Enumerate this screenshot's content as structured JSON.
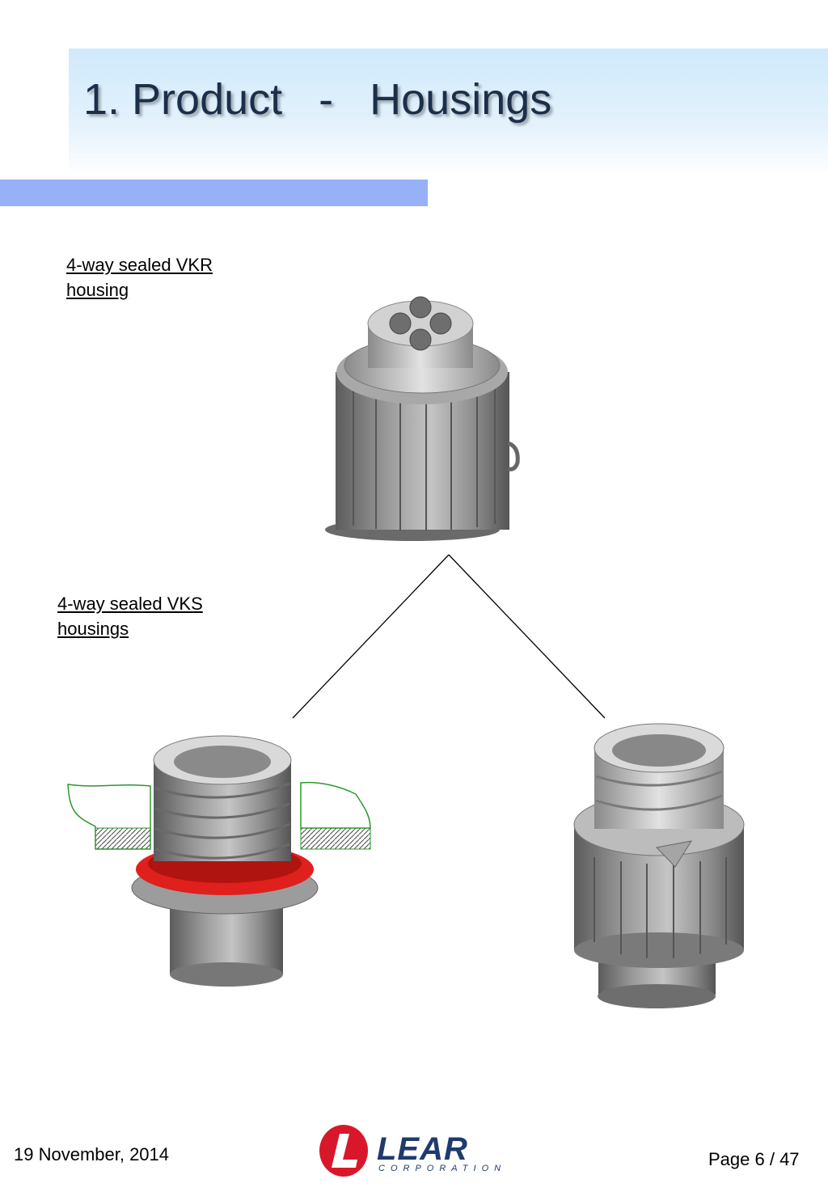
{
  "header": {
    "title": "1. Product   -   Housings"
  },
  "labels": {
    "vkr": "4-way sealed VKR housing",
    "vks": "4-way sealed VKS housings"
  },
  "footer": {
    "date": "19 November, 2014",
    "page": "Page 6 / 47",
    "logo_word": "LEAR",
    "logo_sub": "CORPORATION"
  },
  "colors": {
    "title_text": "#1b2f4a",
    "accent_bar": "#97b1f8",
    "seal_ring": "#e0201c",
    "logo_red": "#d8182a",
    "logo_navy": "#1f3b6e"
  }
}
